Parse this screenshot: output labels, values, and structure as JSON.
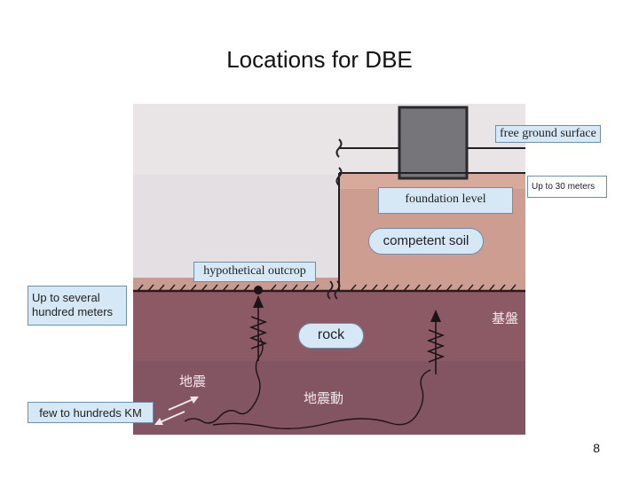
{
  "slide": {
    "title": "Locations for DBE",
    "page_number": "8"
  },
  "diagram_labels": {
    "free_ground_surface": "free ground surface",
    "foundation_level": "foundation level",
    "up_to_30": "Up to 30 meters",
    "competent_soil": "competent soil",
    "hypothetical_outcrop": "hypothetical outcrop",
    "up_to_several": "Up to several hundred meters",
    "rock": "rock",
    "few_to_hundreds": "few to hundreds KM"
  },
  "photo_text": {
    "kiban": "基盤",
    "jishin": "地震",
    "jishindo": "地震動"
  },
  "colors": {
    "sky": "#e4dfe3",
    "soil": "#cc9d90",
    "rock": "#8c5a65",
    "building": "#76767a",
    "label_fill": "#d6e8f5"
  }
}
